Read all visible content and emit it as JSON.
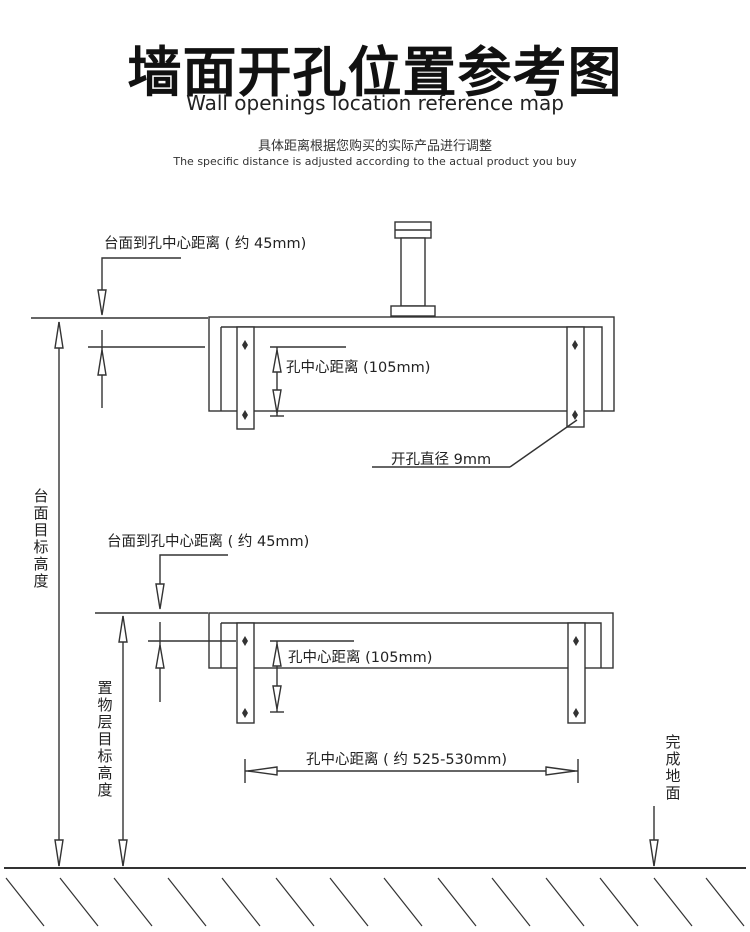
{
  "title": {
    "zh": "墙面开孔位置参考图",
    "en": "Wall openings location reference map"
  },
  "note": {
    "zh": "具体距离根据您购买的实际产品进行调整",
    "en": "The specific distance is adjusted according to the actual product you buy"
  },
  "top_shelf": {
    "countertop_to_hole_center": "台面到孔中心距离 ( 约 45mm)",
    "hole_center_distance": "孔中心距离 (105mm)",
    "hole_diameter": "开孔直径 9mm"
  },
  "bottom_shelf": {
    "countertop_to_hole_center": "台面到孔中心距离 ( 约 45mm)",
    "hole_center_distance": "孔中心距离 (105mm)",
    "horizontal_hole_distance": "孔中心距离 ( 约 525-530mm)"
  },
  "vertical_labels": {
    "countertop_height": "台面目标高度",
    "shelf_height": "置物层目标高度",
    "finished_floor": "完成地面"
  }
}
